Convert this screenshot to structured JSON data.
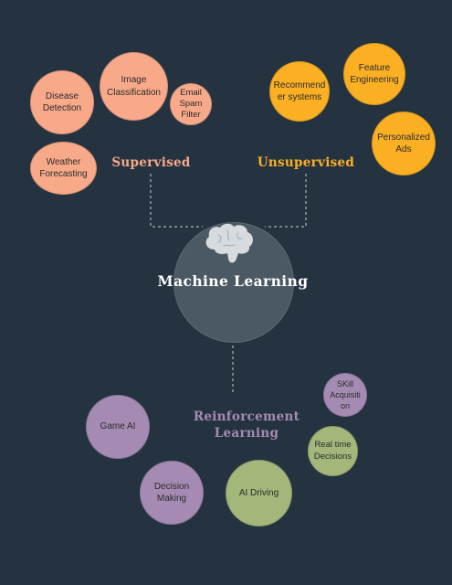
{
  "center": {
    "title": "Machine Learning",
    "icon": "brain-icon"
  },
  "categories": {
    "supervised": {
      "label": "Supervised",
      "color": "#f8a98a"
    },
    "unsupervised": {
      "label": "Unsupervised",
      "color": "#fbb024"
    },
    "reinforcement": {
      "label": "Reinforcement\nLearning",
      "color": "#a58bb3"
    }
  },
  "supervised_items": [
    "Disease\nDetection",
    "Image\nClassification",
    "Email\nSpam\nFilter",
    "Weather\nForecasting"
  ],
  "unsupervised_items": [
    "Recommend\ner systems",
    "Feature\nEngineering",
    "Personalized\nAds"
  ],
  "reinforcement_items": [
    "Game AI",
    "Decision\nMaking",
    "AI Driving",
    "Real time\nDecisions",
    "SKill\nAcquisiti\non"
  ],
  "colors": {
    "background": "#253341",
    "green": "#a3b77b",
    "connector": "#c8ced3"
  }
}
